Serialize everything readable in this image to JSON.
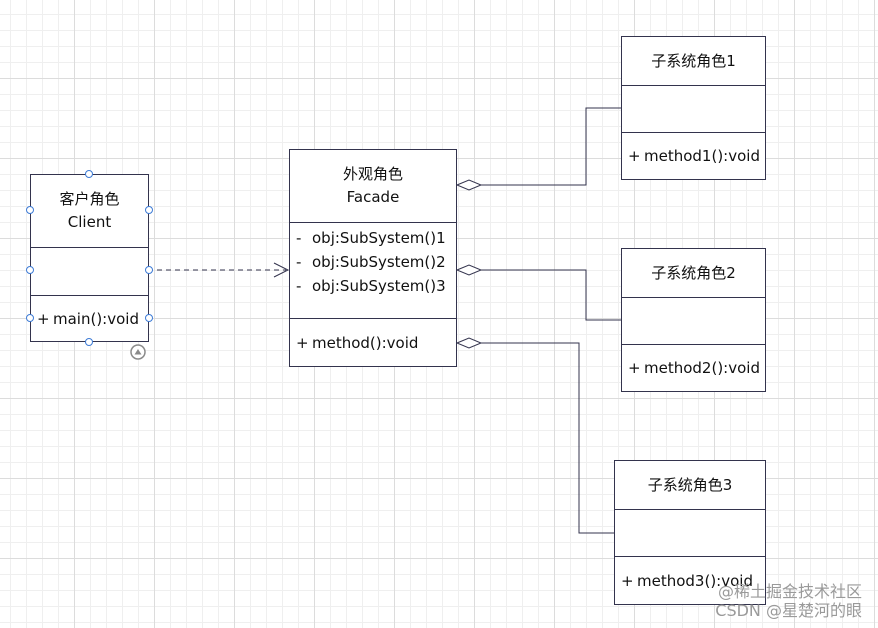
{
  "client": {
    "name_cn": "客户角色",
    "name_en": "Client",
    "methods": [
      {
        "vis": "+",
        "sig": "main():void"
      }
    ]
  },
  "facade": {
    "name_cn": "外观角色",
    "name_en": "Facade",
    "attributes": [
      {
        "vis": "-",
        "sig": "obj:SubSystem()1"
      },
      {
        "vis": "-",
        "sig": "obj:SubSystem()2"
      },
      {
        "vis": "-",
        "sig": "obj:SubSystem()3"
      }
    ],
    "methods": [
      {
        "vis": "+",
        "sig": "method():void"
      }
    ]
  },
  "subsystems": [
    {
      "name": "子系统角色1",
      "method": {
        "vis": "+",
        "sig": "method1():void"
      }
    },
    {
      "name": "子系统角色2",
      "method": {
        "vis": "+",
        "sig": "method2():void"
      }
    },
    {
      "name": "子系统角色3",
      "method": {
        "vis": "+",
        "sig": "method3():void"
      }
    }
  ],
  "watermark": {
    "line1": "@稀土掘金技术社区",
    "line2": "CSDN @星楚河的眼"
  },
  "colors": {
    "border": "#33334d",
    "handle": "#3d7bd6",
    "grid": "#dcdcdc"
  },
  "icons": {
    "rotate": "rotate-handle-icon",
    "aggregation": "hollow-diamond"
  }
}
